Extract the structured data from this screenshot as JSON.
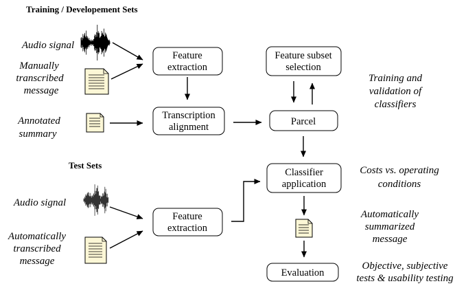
{
  "headings": {
    "train": "Training / Developement Sets",
    "test": "Test Sets"
  },
  "train_inputs": {
    "audio": "Audio signal",
    "manual_1": "Manually",
    "manual_2": "transcribed",
    "manual_3": "message",
    "annotated_1": "Annotated",
    "annotated_2": "summary"
  },
  "test_inputs": {
    "audio": "Audio signal",
    "auto_1": "Automatically",
    "auto_2": "transcribed",
    "auto_3": "message"
  },
  "boxes": {
    "fe_train_1": "Feature",
    "fe_train_2": "extraction",
    "align_1": "Transcription",
    "align_2": "alignment",
    "fss_1": "Feature subset",
    "fss_2": "selection",
    "parcel": "Parcel",
    "clf_1": "Classifier",
    "clf_2": "application",
    "fe_test_1": "Feature",
    "fe_test_2": "extraction",
    "evaluation": "Evaluation"
  },
  "side_notes": {
    "train_1": "Training and",
    "train_2": "validation of",
    "train_3": "classifiers",
    "costs_1": "Costs vs. operating",
    "costs_2": "conditions",
    "auto_1": "Automatically",
    "auto_2": "summarized",
    "auto_3": "message",
    "eval_1": "Objective, subjective",
    "eval_2": "tests & usability testing"
  }
}
